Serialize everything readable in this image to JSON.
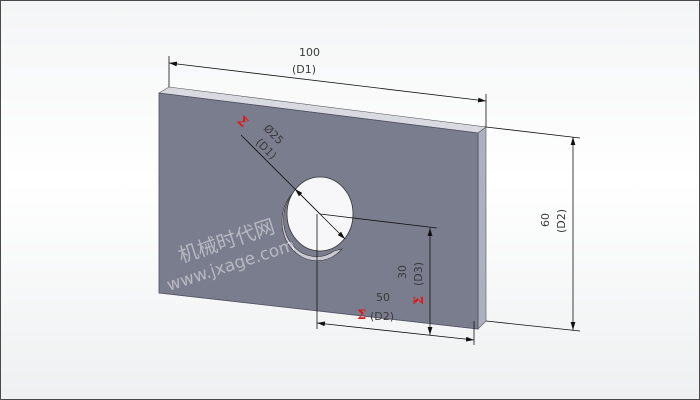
{
  "colors": {
    "face": "#7a7d8e",
    "top": "#d9dae1",
    "side": "#aeb0bd",
    "bottom_edge": "#4e5060",
    "dimension_line": "#111111",
    "dimension_text": "#3a3a3a",
    "symbol": "#e01818"
  },
  "dimensions": {
    "width": {
      "value": "100",
      "name": "(D1)"
    },
    "hole": {
      "value": "Ø25",
      "name": "(D1)",
      "symbol": "Σ"
    },
    "height": {
      "value": "60",
      "name": "(D2)"
    },
    "hole_x": {
      "value": "50",
      "name": "(D2)",
      "symbol": "Σ"
    },
    "hole_y": {
      "value": "30",
      "name": "(D3)",
      "symbol": "Σ"
    }
  },
  "watermark": {
    "line1": "机械时代网",
    "line2": "www.jxage.com"
  }
}
